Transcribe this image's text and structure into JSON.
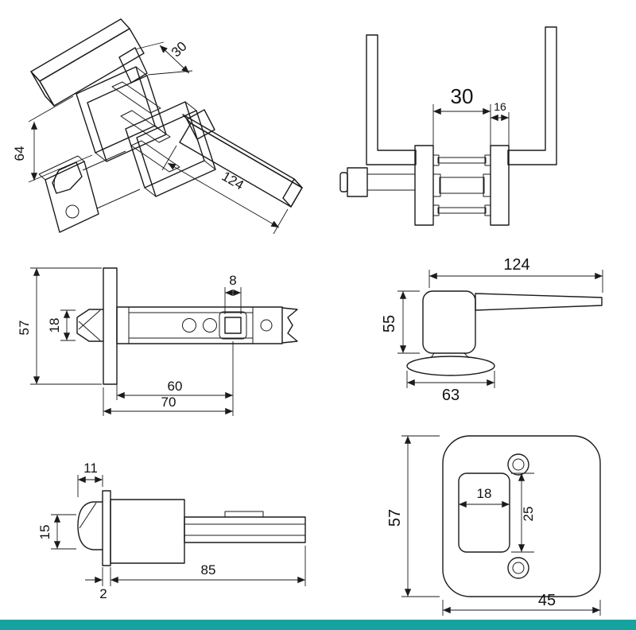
{
  "page": {
    "background": "#ffffff",
    "footer_bar_color": "#16a3a0",
    "line_color": "#1b1b1b"
  },
  "views": {
    "isometric": {
      "dims": {
        "lever_width": "30",
        "rose_height": "64",
        "lever_length": "124"
      }
    },
    "front": {
      "dims": {
        "rose_gap": "30",
        "rose_depth": "16"
      }
    },
    "latch_assembly": {
      "dims": {
        "faceplate_height": "57",
        "bolt_height": "18",
        "spindle_hole": "8",
        "backset": "60",
        "overall": "70"
      }
    },
    "lever_side": {
      "dims": {
        "lever_length": "124",
        "height": "55",
        "rose_diameter": "63"
      }
    },
    "latch_profile": {
      "dims": {
        "bolt_throw": "11",
        "bolt_height": "15",
        "faceplate_thickness": "2",
        "body_length": "85"
      }
    },
    "strike_plate": {
      "dims": {
        "plate_height": "57",
        "cutout_width": "18",
        "cutout_height": "25",
        "plate_width": "45"
      }
    }
  }
}
